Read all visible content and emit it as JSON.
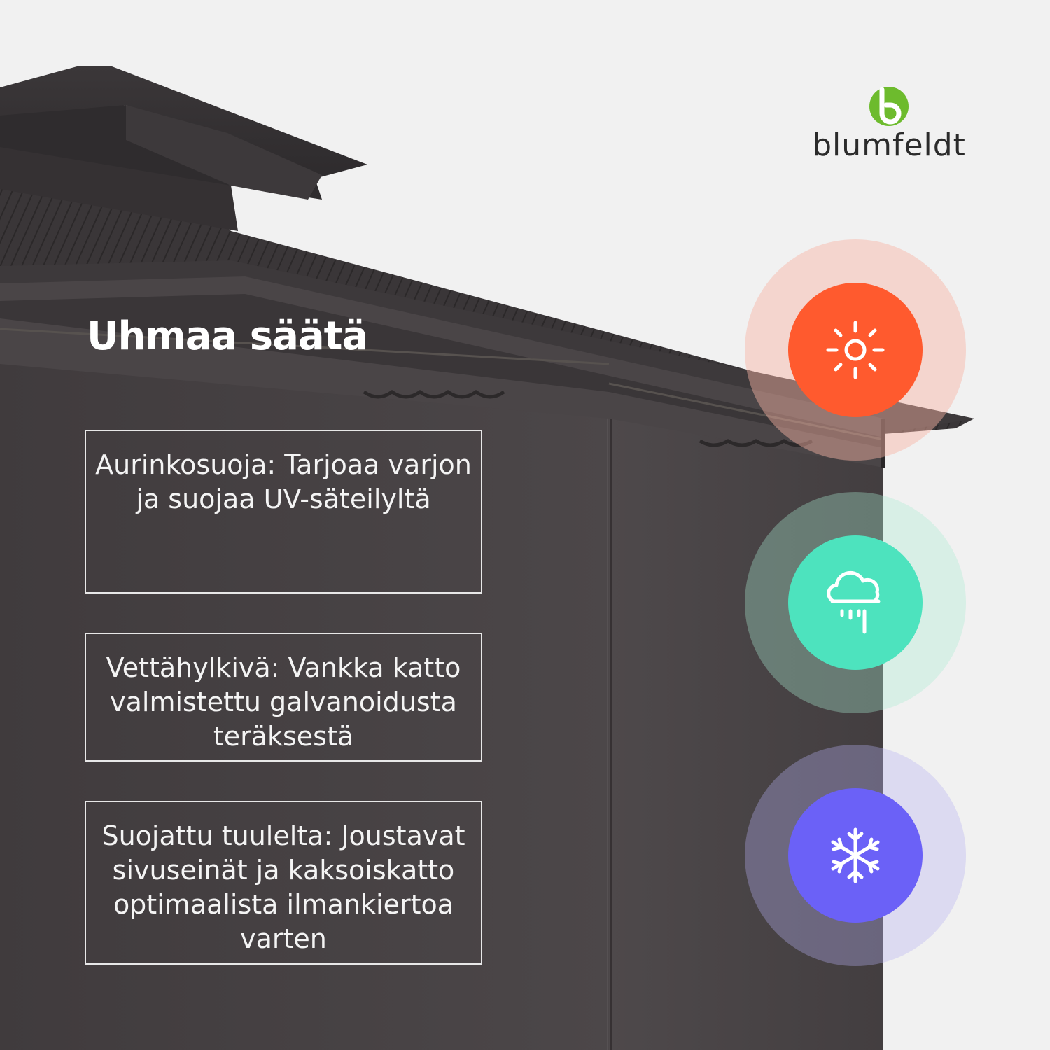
{
  "brand": {
    "name": "blumfeldt",
    "logo_color": "#6dbb2d"
  },
  "headline": "Uhmaa säätä",
  "features": [
    {
      "text": "Aurinkosuoja: Tarjoaa varjon ja suojaa UV-säteilyltä",
      "icon": "sun-icon"
    },
    {
      "text": "Vettähylkivä: Vankka katto valmistettu galvanoidusta teräksestä",
      "icon": "rain-cloud-icon"
    },
    {
      "text": "Suojattu tuulelta: Joustavat sivuseinät ja kaksoiskatto optimaalista ilmankiertoa varten",
      "icon": "snowflake-icon"
    }
  ],
  "badges": [
    {
      "icon": "sun-icon",
      "color": "#ff5a2e",
      "halo": "#f8c8bd"
    },
    {
      "icon": "rain-cloud-icon",
      "color": "#4de3be",
      "halo": "#c9efe3"
    },
    {
      "icon": "snowflake-icon",
      "color": "#6b61f7",
      "halo": "#d0cdf5"
    }
  ]
}
